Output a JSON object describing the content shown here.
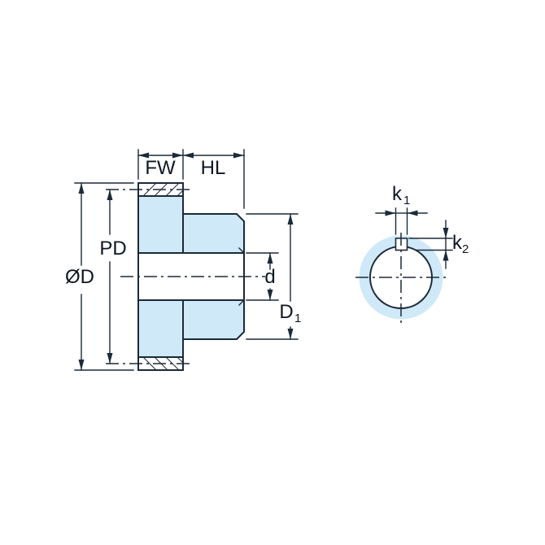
{
  "diagram": {
    "type": "technical-drawing",
    "subject": "spur gear with hub and keyway, cross-section and end view"
  },
  "colors": {
    "body_fill": "#cfe9f8",
    "line": "#1b2a38",
    "text": "#0d1722",
    "background": "#ffffff"
  },
  "labels": {
    "fw": "FW",
    "hl": "HL",
    "pd": "PD",
    "od": "ØD",
    "d": "d",
    "d1": {
      "base": "D",
      "sub": "1"
    },
    "k1": {
      "base": "k",
      "sub": "1"
    },
    "k2": {
      "base": "k",
      "sub": "2"
    }
  }
}
